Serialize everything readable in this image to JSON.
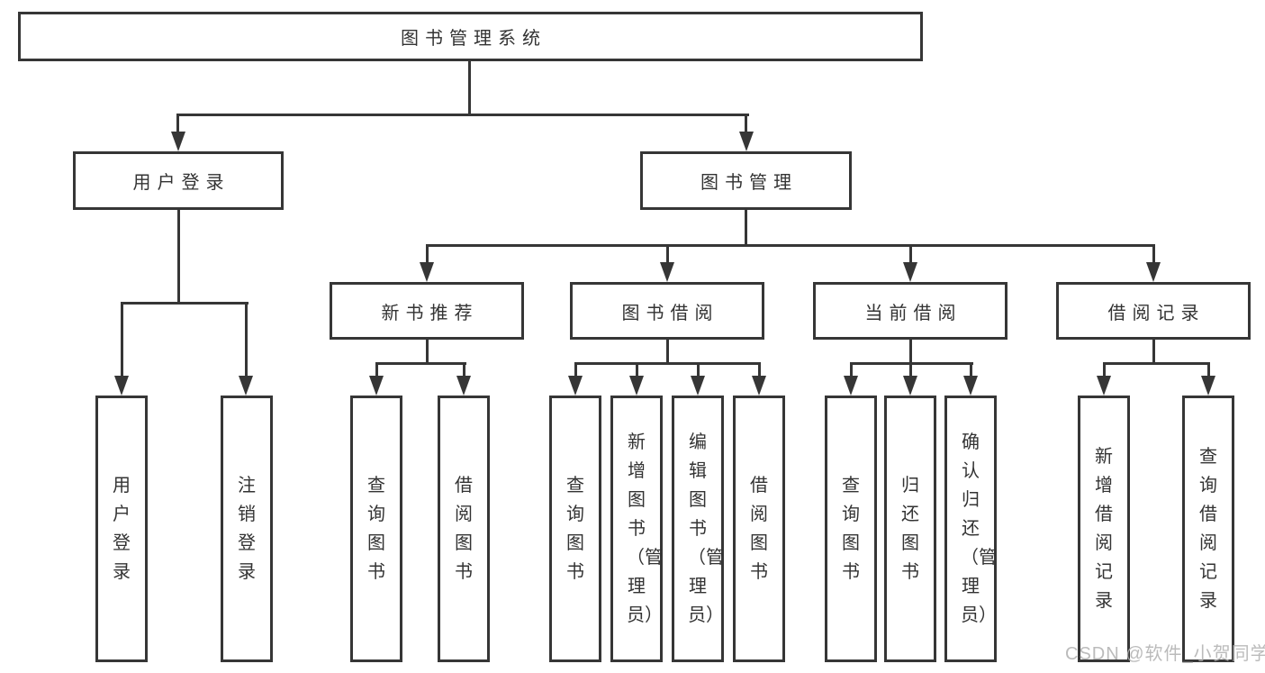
{
  "colors": {
    "line": "#363636",
    "text": "#333333",
    "watermark": "#b0b0b0",
    "background": "#ffffff"
  },
  "diagram": {
    "root": {
      "label": "图书管理系统"
    },
    "level2": {
      "user_login": {
        "label": "用户登录"
      },
      "book_management": {
        "label": "图书管理"
      }
    },
    "level3": {
      "new_book_recommend": {
        "label": "新书推荐"
      },
      "book_borrowing": {
        "label": "图书借阅"
      },
      "current_borrowing": {
        "label": "当前借阅"
      },
      "borrowing_records": {
        "label": "借阅记录"
      }
    },
    "leaves": {
      "user_login": [
        "用户登录",
        "注销登录"
      ],
      "new_book_recommend": [
        "查询图书",
        "借阅图书"
      ],
      "book_borrowing": [
        "查询图书",
        "新增图书（管理员）",
        "编辑图书（管理员）",
        "借阅图书"
      ],
      "current_borrowing": [
        "查询图书",
        "归还图书",
        "确认归还（管理员）"
      ],
      "borrowing_records": [
        "新增借阅记录",
        "查询借阅记录"
      ]
    }
  },
  "watermark": {
    "text": "CSDN @软件_小贺同学"
  }
}
